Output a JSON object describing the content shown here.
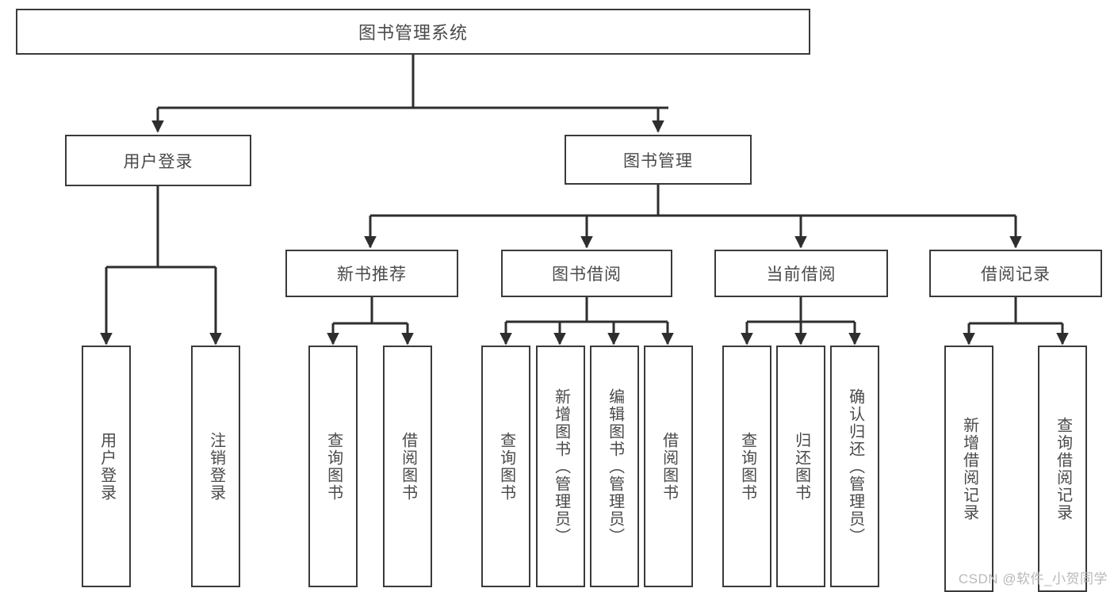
{
  "diagram": {
    "title": "图书管理系统",
    "type": "tree",
    "colors": {
      "border": "#3a3a3a",
      "text": "#4a4a4a",
      "edge": "#2e2e2e",
      "background": "#ffffff",
      "watermark": "#b9b9b9"
    },
    "watermark": "CSDN @软件_小贺同学",
    "root": {
      "id": "root",
      "label": "图书管理系统"
    },
    "level1": [
      {
        "id": "user-login",
        "label": "用户登录"
      },
      {
        "id": "book-management",
        "label": "图书管理"
      }
    ],
    "level2": [
      {
        "id": "new-book-recommend",
        "label": "新书推荐",
        "parent": "book-management"
      },
      {
        "id": "book-borrow",
        "label": "图书借阅",
        "parent": "book-management"
      },
      {
        "id": "current-borrow",
        "label": "当前借阅",
        "parent": "book-management"
      },
      {
        "id": "borrow-record",
        "label": "借阅记录",
        "parent": "book-management"
      }
    ],
    "leaves": [
      {
        "id": "leaf-user-login",
        "label": "用户登录",
        "parent": "user-login"
      },
      {
        "id": "leaf-user-logout",
        "label": "注销登录",
        "parent": "user-login"
      },
      {
        "id": "leaf-query-book-1",
        "label": "查询图书",
        "parent": "new-book-recommend"
      },
      {
        "id": "leaf-borrow-book-1",
        "label": "借阅图书",
        "parent": "new-book-recommend"
      },
      {
        "id": "leaf-query-book-2",
        "label": "查询图书",
        "parent": "book-borrow"
      },
      {
        "id": "leaf-add-book",
        "label": "新增图书（管理员）",
        "parent": "book-borrow"
      },
      {
        "id": "leaf-edit-book",
        "label": "编辑图书（管理员）",
        "parent": "book-borrow"
      },
      {
        "id": "leaf-borrow-book-2",
        "label": "借阅图书",
        "parent": "book-borrow"
      },
      {
        "id": "leaf-query-book-3",
        "label": "查询图书",
        "parent": "current-borrow"
      },
      {
        "id": "leaf-return-book",
        "label": "归还图书",
        "parent": "current-borrow"
      },
      {
        "id": "leaf-confirm-return",
        "label": "确认归还（管理员）",
        "parent": "current-borrow"
      },
      {
        "id": "leaf-add-record",
        "label": "新增借阅记录",
        "parent": "borrow-record"
      },
      {
        "id": "leaf-query-record",
        "label": "查询借阅记录",
        "parent": "borrow-record"
      }
    ]
  }
}
